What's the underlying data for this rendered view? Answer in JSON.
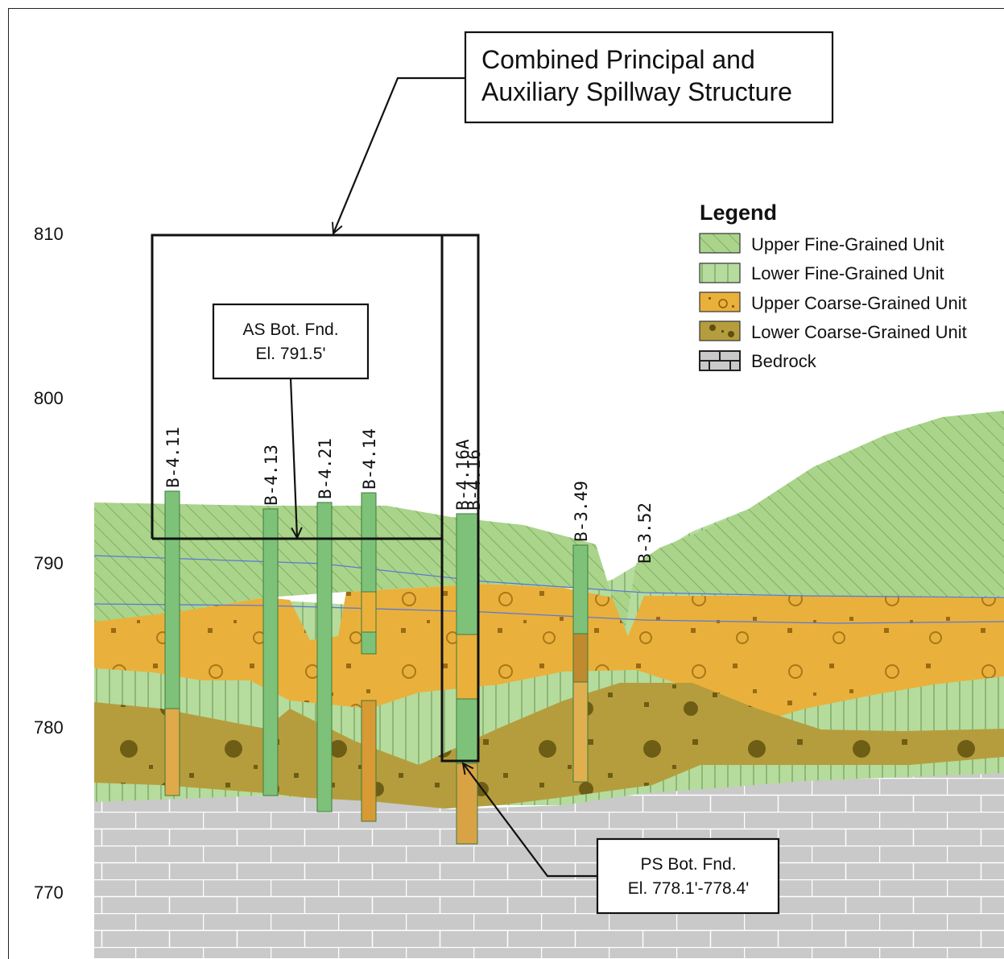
{
  "title": {
    "line1": "Combined Principal and",
    "line2": "Auxiliary Spillway Structure"
  },
  "elevation_axis": [
    "810",
    "800",
    "790",
    "780",
    "770"
  ],
  "borings": [
    "B-4.11",
    "B-4.13",
    "B-4.21",
    "B-4.14",
    "B-4.16A",
    "B-4.16",
    "B-3.49",
    "B-3.52"
  ],
  "callouts": {
    "as_bottom": {
      "line1": "AS Bot. Fnd.",
      "line2": "El. 791.5'"
    },
    "ps_bottom": {
      "line1": "PS Bot. Fnd.",
      "line2": "El. 778.1'-778.4'"
    }
  },
  "legend": {
    "heading": "Legend",
    "items": [
      {
        "label": "Upper Fine-Grained Unit",
        "color": "#a9d48a"
      },
      {
        "label": "Lower Fine-Grained Unit",
        "color": "#b5dc9c"
      },
      {
        "label": "Upper Coarse-Grained Unit",
        "color": "#e9b13b"
      },
      {
        "label": "Lower Coarse-Grained Unit",
        "color": "#b59d3e"
      },
      {
        "label": "Bedrock",
        "color": "#c9c9c9"
      }
    ]
  }
}
